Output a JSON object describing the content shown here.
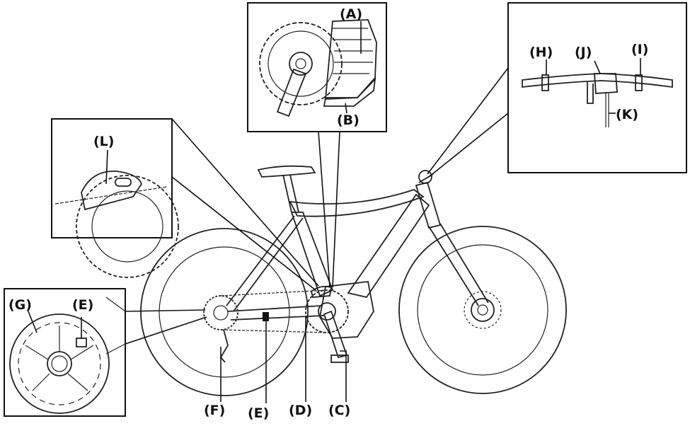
{
  "labels": {
    "A": "(A)",
    "B": "(B)",
    "C": "(C)",
    "D": "(D)",
    "E_hub": "(E)",
    "E_bottom": "(E)",
    "F": "(F)",
    "G": "(G)",
    "H": "(H)",
    "I": "(I)",
    "J": "(J)",
    "K": "(K)",
    "L": "(L)"
  }
}
